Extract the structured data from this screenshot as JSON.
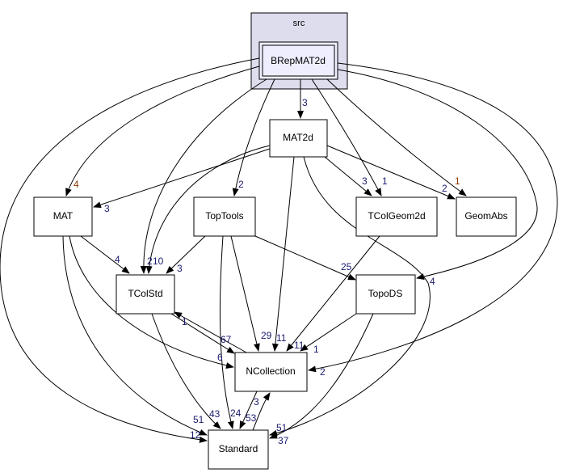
{
  "cluster": {
    "label": "src",
    "fill": "#ddddee"
  },
  "nodes": {
    "brepmat2d": "BRepMAT2d",
    "mat2d": "MAT2d",
    "mat": "MAT",
    "toptools": "TopTools",
    "tcolgeom2d": "TColGeom2d",
    "geomabs": "GeomAbs",
    "tcolstd": "TColStd",
    "topods": "TopoDS",
    "ncollection": "NCollection",
    "standard": "Standard"
  },
  "edges": [
    {
      "from": "BRepMAT2d",
      "to": "MAT2d",
      "label": "3"
    },
    {
      "from": "BRepMAT2d",
      "to": "MAT",
      "label": "4"
    },
    {
      "from": "BRepMAT2d",
      "to": "TopTools",
      "label": "2"
    },
    {
      "from": "BRepMAT2d",
      "to": "TColStd",
      "label": "2"
    },
    {
      "from": "MAT2d",
      "to": "TColStd",
      "label": "10"
    },
    {
      "from": "MAT2d",
      "to": "MAT",
      "label": "3"
    },
    {
      "from": "BRepMAT2d",
      "to": "TColGeom2d",
      "label": "1"
    },
    {
      "from": "MAT2d",
      "to": "TColGeom2d",
      "label": "3"
    },
    {
      "from": "BRepMAT2d",
      "to": "GeomAbs",
      "label": "1"
    },
    {
      "from": "MAT2d",
      "to": "GeomAbs",
      "label": "2"
    },
    {
      "from": "BRepMAT2d",
      "to": "TopoDS",
      "label": "4"
    },
    {
      "from": "BRepMAT2d",
      "to": "NCollection",
      "label": "2"
    },
    {
      "from": "BRepMAT2d",
      "to": "Standard",
      "label": "12"
    },
    {
      "from": "MAT",
      "to": "TColStd",
      "label": "4"
    },
    {
      "from": "MAT",
      "to": "NCollection",
      "label": "6"
    },
    {
      "from": "MAT",
      "to": "Standard",
      "label": "51"
    },
    {
      "from": "TopTools",
      "to": "TColStd",
      "label": "3"
    },
    {
      "from": "TopTools",
      "to": "NCollection",
      "label": "29"
    },
    {
      "from": "TopTools",
      "to": "TopoDS",
      "label": "25"
    },
    {
      "from": "TopTools",
      "to": "Standard",
      "label": "24"
    },
    {
      "from": "MAT2d",
      "to": "NCollection",
      "label": "11"
    },
    {
      "from": "MAT2d",
      "to": "Standard",
      "label": "51"
    },
    {
      "from": "TColStd",
      "to": "NCollection",
      "label": "67"
    },
    {
      "from": "NCollection",
      "to": "TColStd",
      "label": "1"
    },
    {
      "from": "TColGeom2d",
      "to": "NCollection",
      "label": "11"
    },
    {
      "from": "TopoDS",
      "to": "NCollection",
      "label": "1"
    },
    {
      "from": "TopoDS",
      "to": "Standard",
      "label": "37"
    },
    {
      "from": "TColStd",
      "to": "Standard",
      "label": "43"
    },
    {
      "from": "NCollection",
      "to": "Standard",
      "label": "53"
    },
    {
      "from": "Standard",
      "to": "NCollection",
      "label": "3"
    }
  ]
}
